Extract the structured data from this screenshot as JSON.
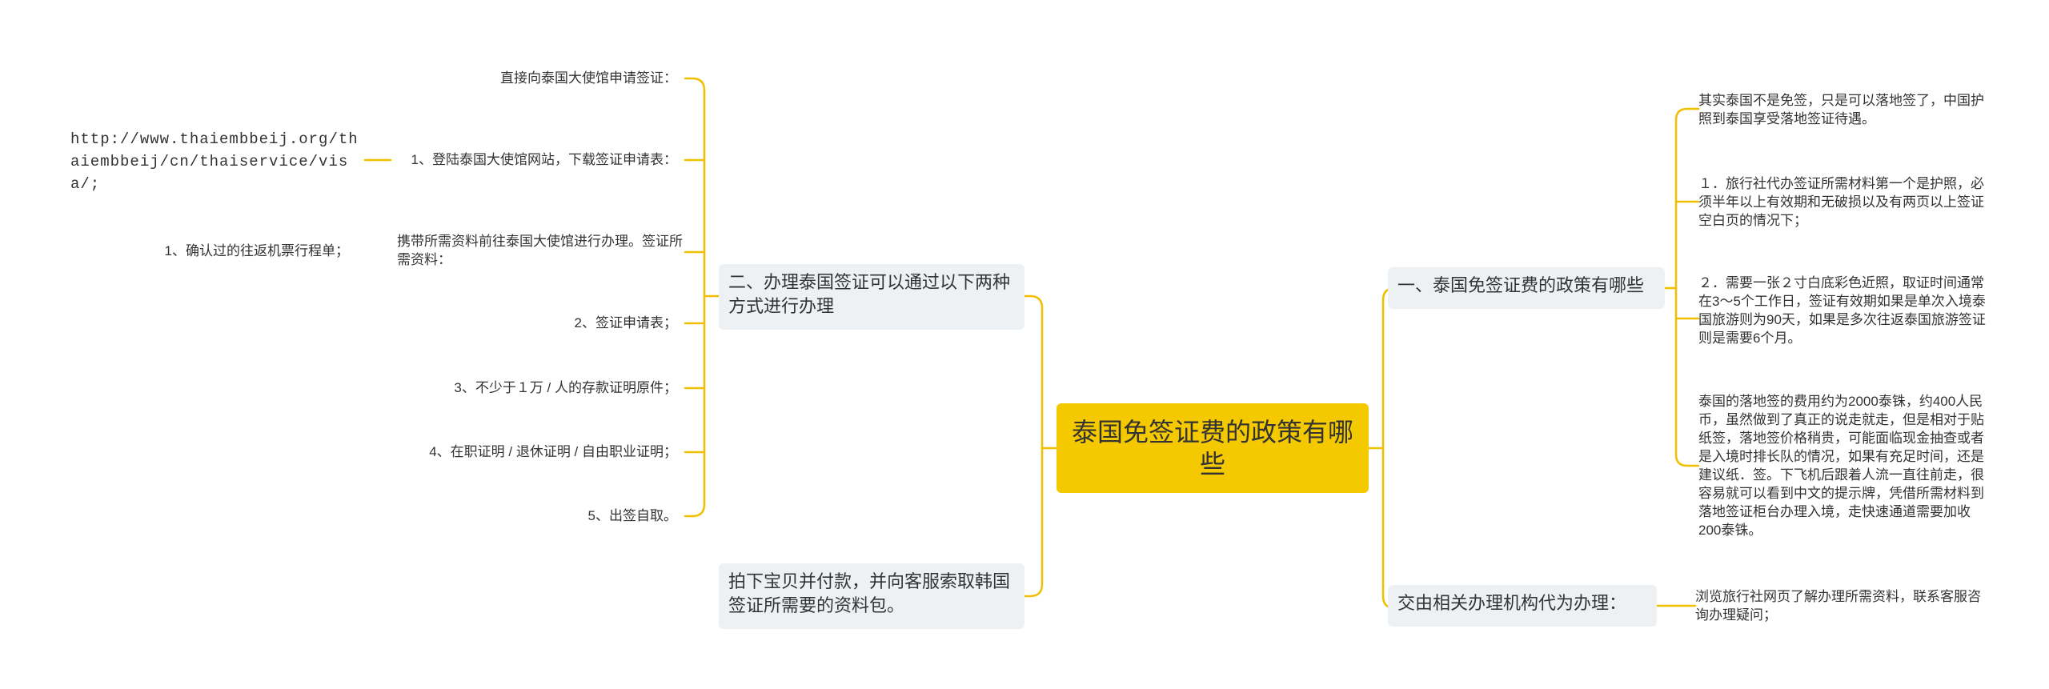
{
  "colors": {
    "root_fill": "#f5c900",
    "branch_fill": "#eef1f4",
    "line": "#f0c000",
    "text": "#333333"
  },
  "root": {
    "label": "泰国免签证费的政策有哪些"
  },
  "right": {
    "branch1": {
      "label": "一、泰国免签证费的政策有哪些",
      "leaves": [
        "其实泰国不是免签，只是可以落地签了，中国护照到泰国享受落地签证待遇。",
        "１．旅行社代办签证所需材料第一个是护照，必须半年以上有效期和无破损以及有两页以上签证空白页的情况下；",
        "２．需要一张２寸白底彩色近照，取证时间通常在3～5个工作日，签证有效期如果是单次入境泰国旅游则为90天，如果是多次往返泰国旅游签证则是需要6个月。",
        "泰国的落地签的费用约为2000泰铢，约400人民币，虽然做到了真正的说走就走，但是相对于贴纸签，落地签价格稍贵，可能面临现金抽查或者是入境时排长队的情况，如果有充足时间，还是建议纸．签。下飞机后跟着人流一直往前走，很容易就可以看到中文的提示牌，凭借所需材料到落地签证柜台办理入境，走快速通道需要加收200泰铢。"
      ]
    },
    "branch2": {
      "label": "交由相关办理机构代为办理：",
      "leaves": [
        "浏览旅行社网页了解办理所需资料，联系客服咨询办理疑问；"
      ]
    }
  },
  "left": {
    "branch1": {
      "label": "二、办理泰国签证可以通过以下两种方式进行办理",
      "leaves": [
        "直接向泰国大使馆申请签证：",
        "1、登陆泰国大使馆网站，下载签证申请表：",
        "携带所需资料前往泰国大使馆进行办理。签证所需资料：",
        "2、签证申请表；",
        "3、不少于１万 / 人的存款证明原件；",
        "4、在职证明 / 退休证明 / 自由职业证明；",
        "5、出签自取。"
      ],
      "url_leaf": "http://www.thaiembbeij.org/thaiembbeij/cn/thaiservice/visa/;",
      "ticket_leaf": "1、确认过的往返机票行程单；"
    },
    "branch2": {
      "label": "拍下宝贝并付款，并向客服索取韩国签证所需要的资料包。"
    }
  }
}
